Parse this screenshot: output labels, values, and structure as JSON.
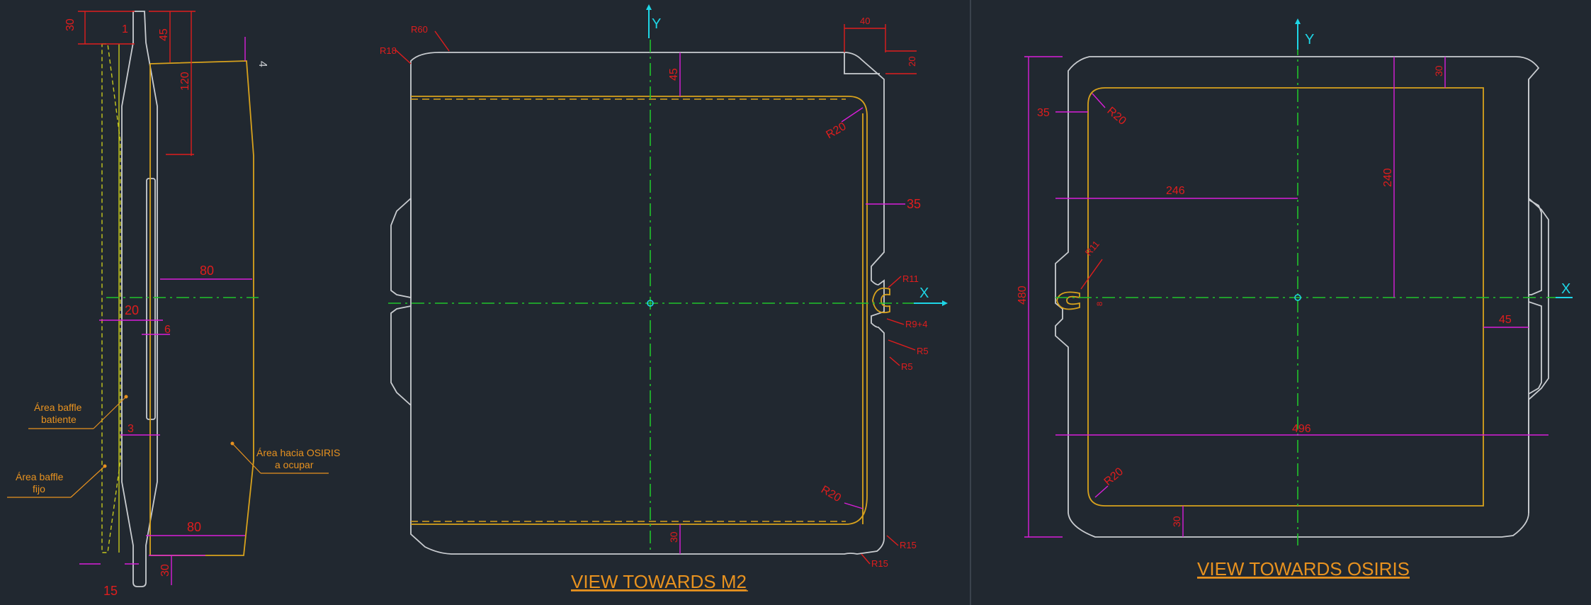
{
  "views": {
    "m2_title": "VIEW TOWARDS M2",
    "osiris_title": "VIEW TOWARDS OSIRIS"
  },
  "axes": {
    "x": "X",
    "y": "Y"
  },
  "side_view": {
    "dims": {
      "d30_top": "30",
      "d1": "1",
      "d45": "45",
      "d120": "120",
      "d4": "4",
      "d80_mid": "80",
      "d20": "20",
      "d6": "6",
      "d3": "3",
      "d80_bot": "80",
      "d30_bot": "30",
      "d15": "15"
    },
    "notes": {
      "baffle_batiente_1": "Área baffle",
      "baffle_batiente_2": "batiente",
      "baffle_fijo_1": "Área baffle",
      "baffle_fijo_2": "fijo",
      "osiris_area_1": "Área hacia OSIRIS",
      "osiris_area_2": "a ocupar"
    }
  },
  "m2_view": {
    "dims": {
      "r60": "R60",
      "r18": "R18",
      "d40": "40",
      "d20": "20",
      "d45": "45",
      "r20_top": "R20",
      "d35": "35",
      "r11": "R11",
      "r9": "R9+4",
      "r5_a": "R5",
      "r5_b": "R5",
      "r20_bot": "R20",
      "d30": "30",
      "r15_a": "R15",
      "r15_b": "R15"
    }
  },
  "osiris_view": {
    "dims": {
      "d30_top": "30",
      "d35": "35",
      "r20_top": "R20",
      "d246": "246",
      "d240": "240",
      "r11": "R11",
      "d8": "8",
      "d480": "480",
      "d45": "45",
      "d496": "496",
      "r20_bot": "R20",
      "d30_bot": "30"
    }
  }
}
